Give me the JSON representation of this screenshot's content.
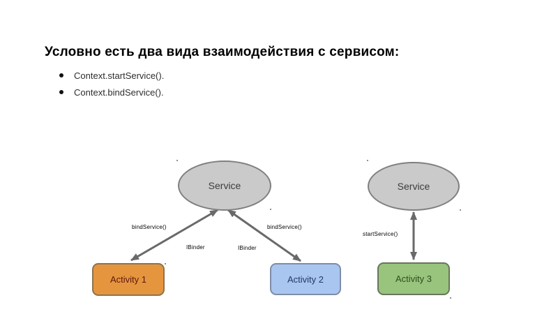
{
  "slide": {
    "title": "Условно есть два вида взаимодействия с сервисом:",
    "bullets": [
      "Context.startService().",
      "Context.bindService()."
    ]
  },
  "diagram": {
    "bind_flow": {
      "service_label": "Service",
      "activity1_label": "Activity 1",
      "activity2_label": "Activity 2",
      "edge1_label": "bindService()",
      "edge1_sublabel": "IBinder",
      "edge2_label": "bindService()",
      "edge2_sublabel": "IBinder"
    },
    "start_flow": {
      "service_label": "Service",
      "activity3_label": "Activity 3",
      "edge_label": "startService()"
    },
    "colors": {
      "service_fill": "#cacaca",
      "service_border": "#7f7f7f",
      "activity1_fill": "#e6953f",
      "activity1_border": "#8c7350",
      "activity1_text": "#5c1a0e",
      "activity2_fill": "#a9c6f0",
      "activity2_border": "#7f8ca6",
      "activity2_text": "#233a66",
      "activity3_fill": "#98c47e",
      "activity3_border": "#68755c",
      "activity3_text": "#2f4f1d",
      "arrow": "#696969"
    }
  }
}
